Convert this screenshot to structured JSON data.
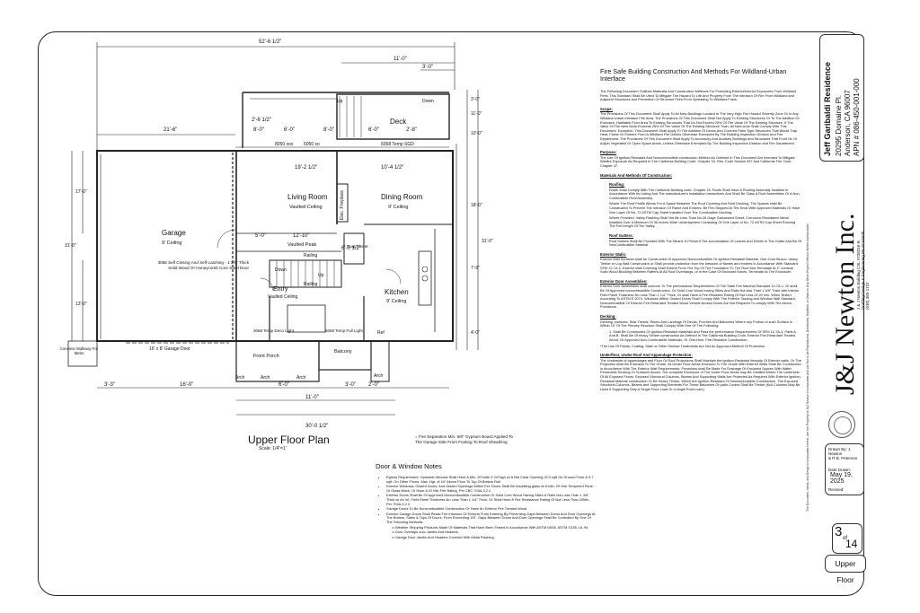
{
  "project": {
    "owner": "Jeff Garibaldi Residence",
    "address1": "20295 Domaine Pl.",
    "address2": "Anderson, CA 96007",
    "apn": "APN # 086-450-001-000"
  },
  "firm": {
    "name": "J&J Newton Inc.",
    "sub1": "J & J Newton Building CSL #738316-B",
    "sub2": "Drafting-Design & Engineering PE #C5593b",
    "phone": "(530) 365-1737",
    "side_note": "The Document, Ideas, and Design Incorporated Herein, are the Property of J&J Newton Incorporated and are Not to be Reproduced, Distributed, Modified, or Used on Any Other Project Without Written Authorization"
  },
  "sheet": {
    "drawn_by_label": "Drawn By: J. Newton",
    "drawn_by_2": "& R.B. Peterson",
    "date_label": "Date Drawn:",
    "date": "May 19, 2025",
    "revised_label": "Revised:",
    "sheet_no": "3",
    "of_label": "of",
    "total": "14",
    "sheet_name": "Upper Floor"
  },
  "plan": {
    "title": "Upper Floor Plan",
    "scale": "Scale: 1/4\"=1'",
    "fire_sep": "= Fire Separation Min. 5/8\" Gypsum Board Applied To The Garage Side From Footing To Roof Sheathing",
    "rooms": {
      "garage": "Garage",
      "garage_ceiling": "9' Ceiling",
      "living": "Living Room",
      "living_ceiling": "Vaulted Ceiling",
      "dining": "Dining Room",
      "dining_ceiling": "9' Ceiling",
      "kitchen": "Kitchen",
      "kitchen_ceiling": "9' Ceiling",
      "entry": "Entry",
      "entry_ceiling": "Vaulted Ceiling",
      "deck": "Deck",
      "balcony": "Balcony",
      "front_porch": "Front Porch",
      "fireplace": "Elec. Fireplace",
      "vaulted_peak": "Vaulted Peak",
      "railing": "Railing",
      "railing2": "Railing",
      "coat": "Coat Closet",
      "ref": "Ref",
      "walkway": "Concrete Walkway For Meter",
      "garage_door": "16' x 8' Garage Door",
      "door_3068": "3068 Self Closing And Self-Latching - 1 3/8\" Thick Solid Wood Or Honeycomb Core Steel Door",
      "deco_light": "3068 Temp Deco Light",
      "full_light": "6068 Temp Full Light",
      "sgd1": "6068 Temp SGD",
      "up": "Up",
      "down": "Down",
      "up2": "Up",
      "down2": "Down",
      "arch1": "Arch",
      "arch2": "Arch",
      "arch3": "Arch",
      "arch4": "Arch"
    },
    "dims": {
      "top_total": "52'-6 1/2\"",
      "deck_w": "11'-0\"",
      "deck_3": "3'-0\"",
      "left_21": "21'-6\"",
      "d_8a": "8'-0\"",
      "d_6a": "6'-0\"",
      "d_8b": "8'-0\"",
      "d_6b": "6'-0\"",
      "d_2_8": "2'-8\"",
      "d_2_6": "2'-6 1/2\"",
      "win_8050": "8050 xox",
      "win_6050": "6050 xo",
      "lr_19": "19'-2 1/2\"",
      "dn_10": "10'-4 1/2\"",
      "left_17": "17'-0\"",
      "left_31": "31'-0\"",
      "left_13": "13'-0\"",
      "bottom_total": "30'-0 1/2\"",
      "b_3_3": "3'-3\"",
      "b_16": "16'-0\"",
      "b_11": "11'-0\"",
      "b_6a": "6'-0\"",
      "b_3a": "3'-0\"",
      "b_2a": "2'-0\"",
      "r_18": "18'-0\"",
      "r_10": "10'-0\"",
      "r_11": "11'-0\"",
      "r_3": "3'-0\"",
      "r_31": "31'-0\"",
      "r_7": "7'-6\"",
      "r_4": "4'-0\"",
      "kitchen_12": "12'-10\"",
      "stairs_5": "5'-0\"",
      "stairs_6": "6'-0 1/2\""
    }
  },
  "door_window": {
    "title": "Door & Window Notes",
    "items": [
      "Egress Requirement: Operable Window Shall Have A Min. 20\"wide X 24\"high w/ A Net Clear Opening Of 5 sqft On Ground Floor & 5.7 sqft. On Other Floors. Max. Hgt. of 44\" Above Floor To Top Of Bottom Rail",
      "Exterior Windows, Glazed Doors, And Glazed Openings Within Ext. Doors Shall Be Insulating-glass w/ A Min. Of One Tempered Pane, Or Glass Block, Or Have A 20 Min Fire Rating, Per CBC 704A.3.2.2",
      "Exterior Doors Shall Be Of Approved Noncombustible Construction Or Solid Core Wood Having Stiles & Rails Not Less Than 1 3/8\" Thick w/ An Int. Field Panel Thickness No Less Than 1 1/4\" Thick, Or Shall Have A Fire Resistance Rating Of Not Less Than 20Min., Per 704A.3.2.3",
      "Garage Doors To Be Noncombustible Construction Or Have An Exterior Fire Treated Wood",
      "Exterior Garage Doors Shall Resist The Intrusion Of Embers From Entering By Preventing Gaps Between Doors And Door Openings At The Bottom, Sides & Tops Of Doors, From Exceeding 1/8\". Gaps Between Doors And Door Openings Shall Be Controlled By One Of The Following Methods:",
      "Weather Stripping Products Made Of Materials That Have Been Tested In Accordance With ASTM D638, ASTM G155, UL 94",
      "Door Overlaps onto Jambs And Headers.",
      "Garage Door Jambs And Headers Covered With Metal Flashing."
    ]
  },
  "spec": {
    "title": "Fire Safe Building Construction And Methods For Wildland-Urban Interface",
    "intro": "The Following Document Outlines Materials And Construction Methods For Protecting Exterior/Interior Exposures From Wildland Fires. This Standard Shall Be Used To Mitigate The Hazard To Life And Property From The Intrusion Of Fire From Wildland and Adjacent Structures and Prevention Of Structure Fires From Spreading To Wildland Fuels.",
    "scope_h": "Scope:",
    "scope": "The Provisions Of This Document Shall Apply To All New Buildings Located In The Very-High Fire Hazard Severity Zone Or In Any Wildland Urban Interface Fire Area. The Provisions Of This Document Shall Not Apply To Existing Structures Or To The Addition Of Enclosed, Habitable Floor Area To Existing Structures That Do Not Exceed 25% Of The Value Of The Existing Structure. If The Value Of The New Work Exceeds 25% Of The Value Of The Existing Structure Than, All New work Shall Comply With This Document. Exception: This Document Shall Apply To The Addition Of Decks And Covered Patio Type Structures That Would Trap Heat, Flame Or Embers From A Wildland Fire Unless Otherwise Exempted By The Building Inspection Division And Fire Department. The Provisions Of This Document Shall Apply To Accessory And Ancillary Buildings And Structures That Front On Or Adjoin Vegetated Or Open Space Areas, Unless Otherwise Exempted By The Building Inspection Division and Fire Department.",
    "purpose_h": "Purpose:",
    "purpose": "The Use Of Ignition-Resistant And Noncombustible construction Method As Outlined In This Document Are Intended To Mitigate Wildfire Exposure As Required In The California Building Code, Chapter 7A, Res. Code Section 337 And California Fire Code, Chapter 47.",
    "mat_h": "Materials And Methods Of Construction:",
    "roofing_h": "Roofing:",
    "roofing": "Roofs Shall Comply With The California Building code, Chapter 15. Roofs Shall Have A Roofing Assembly Installed In Accordance With Its Listing And The manufacturer's Installation Instructions And Shall Be Class A Roof Assemblies Or A Non-Combustible Roof Assembly.",
    "roofing2": "Where The Roof Profile Allows For A Space Between The Roof Covering And Roof Decking, The Spaces shall Be Constructed To Prevent The Intrusion Of Flame And Embers, Be Fire-Stopped At The Ends With Approved Materials Or Have One Layer Of No. 72 ASTM Cap Sheet Installed Over The Combustible Decking.",
    "roofing3": "Where Provided, Valley Flashing Shall Not Be Less Than No 26 Gage Galvanized Sheet, Corrosion-Resistance Metal Installed Over A Minimum Of 36 Inches Wide Underlayment Consisting Of One Layer of No. 72 ASTM Cap Sheet Running The Full Length Of The Valley.",
    "gutters_h": "Roof Gutters:",
    "gutters": "Roof Gutters Shall Be Provided With The Means To Prevent The Accumulation Of Leaves And Debris In The Gutter And Be Of NonCombustible Material",
    "walls_h": "Exterior Walls:",
    "walls": "Exterior Wall Surfaces shall be Constructed Of Approved Noncombustible Or Ignition-Resistant Material, One-Coat Stucco, heavy Timber or Log Wall Construction or Shall provide protection from the intrusion of flames and embers in Accordance With Standard SFM 12-7A-1. Exterior Wall Covering Shall Extend From The Top Of The Foundation To The Roof And Terminate At 2\" nominal Solid Wood Blocking Between Rafters At All Roof Overhangs, or in the Case Of Enclosed Eaves, Terminate At The Enclosure.",
    "doors_h": "Exterior Door Assemblies:",
    "doors": "Exterior Door Assemblies shall conform To The performance Requirements Of The State Fire Marshal Standard 12-7A-1, Or shall Be Of Approved noncombustible Construction, Or Solid Core Wood having Stiles And Rails Not less Than 1 3/8\" Thick with Interior Field Panel Thickness No Less Than 1 1/4\" Thick, Or shall Have A Fire-Resistive Rating Of Not Less Of 20 min. When Tested According To ASTM E 2074. Windows Within Glazed Doors Shall Comply With The Exterior Glazing and Window Wall Standard. Noncombustible Or Exterior Fire-Retardant Treated Wood Vehicle Access Doors Are Not Required To comply With The Above Provisions.",
    "decking_h": "Decking:",
    "decking": "Decking, surfaces, Stair Treads, Risers And Landings Of Decks, Porches And Balconies Where any Portion of such Surface is Within 10' Of The Primary Structure Shall Comply With One Of The Following:",
    "decking1": "1. Shall Be Constructed Of Ignition-Resistant Materials And Pass the performance Requirements Of SFM 12-7A-4, Parts A And B. Shall Be Of heavy Timber construction As Defined In The California Building Code, Exterior Fire-Retardant Treated Wood, Or Approved Non-Combustible Materials, Or One-Hour, Fire-Resistive Construction.",
    "decking2": "*The Use Of Paints, Coating, Stain or Other Surface Treatments Are Not An Approved Method Of Protection.",
    "under_h": "Underfloor, Under-Roof And Appendage Protection:",
    "under": "The Underside of appendages and Floor Or Roof Projections Shall Maintain the Ignition-Resistant Integrity Of Exterior walls, Or The Projection shall Be Enclosed To The Grade. All Under Floor Areas Enclosed To The Grade With Exterior Walls Shall Be Constructed in Accordance With The Exterior Wall Requirements. Provisions shall Be Made For Drainage Of Enclosed Spaces With Water Permeable Decking Or Surfaces Above. The complete Enclosure of The Under Floor Areas may Be Omitted Where The Underside Of All Exposed Floors, Exposed Structural Columns, Beams And Supporting Walls Are Protected As Required With Exterior Ignition-Resistant Material construction Or Be Heavy Timber, Which Are Ignition-Resistant Or Noncombustible Construction. The Exposed Structural Columns, Beams and Supporting Elements For These Balconies Or patio Covers Shall Be Timber (6x6 Columns May Be Used If Supporting Only A Single Floor Load Or a single Roof Load.)"
  }
}
